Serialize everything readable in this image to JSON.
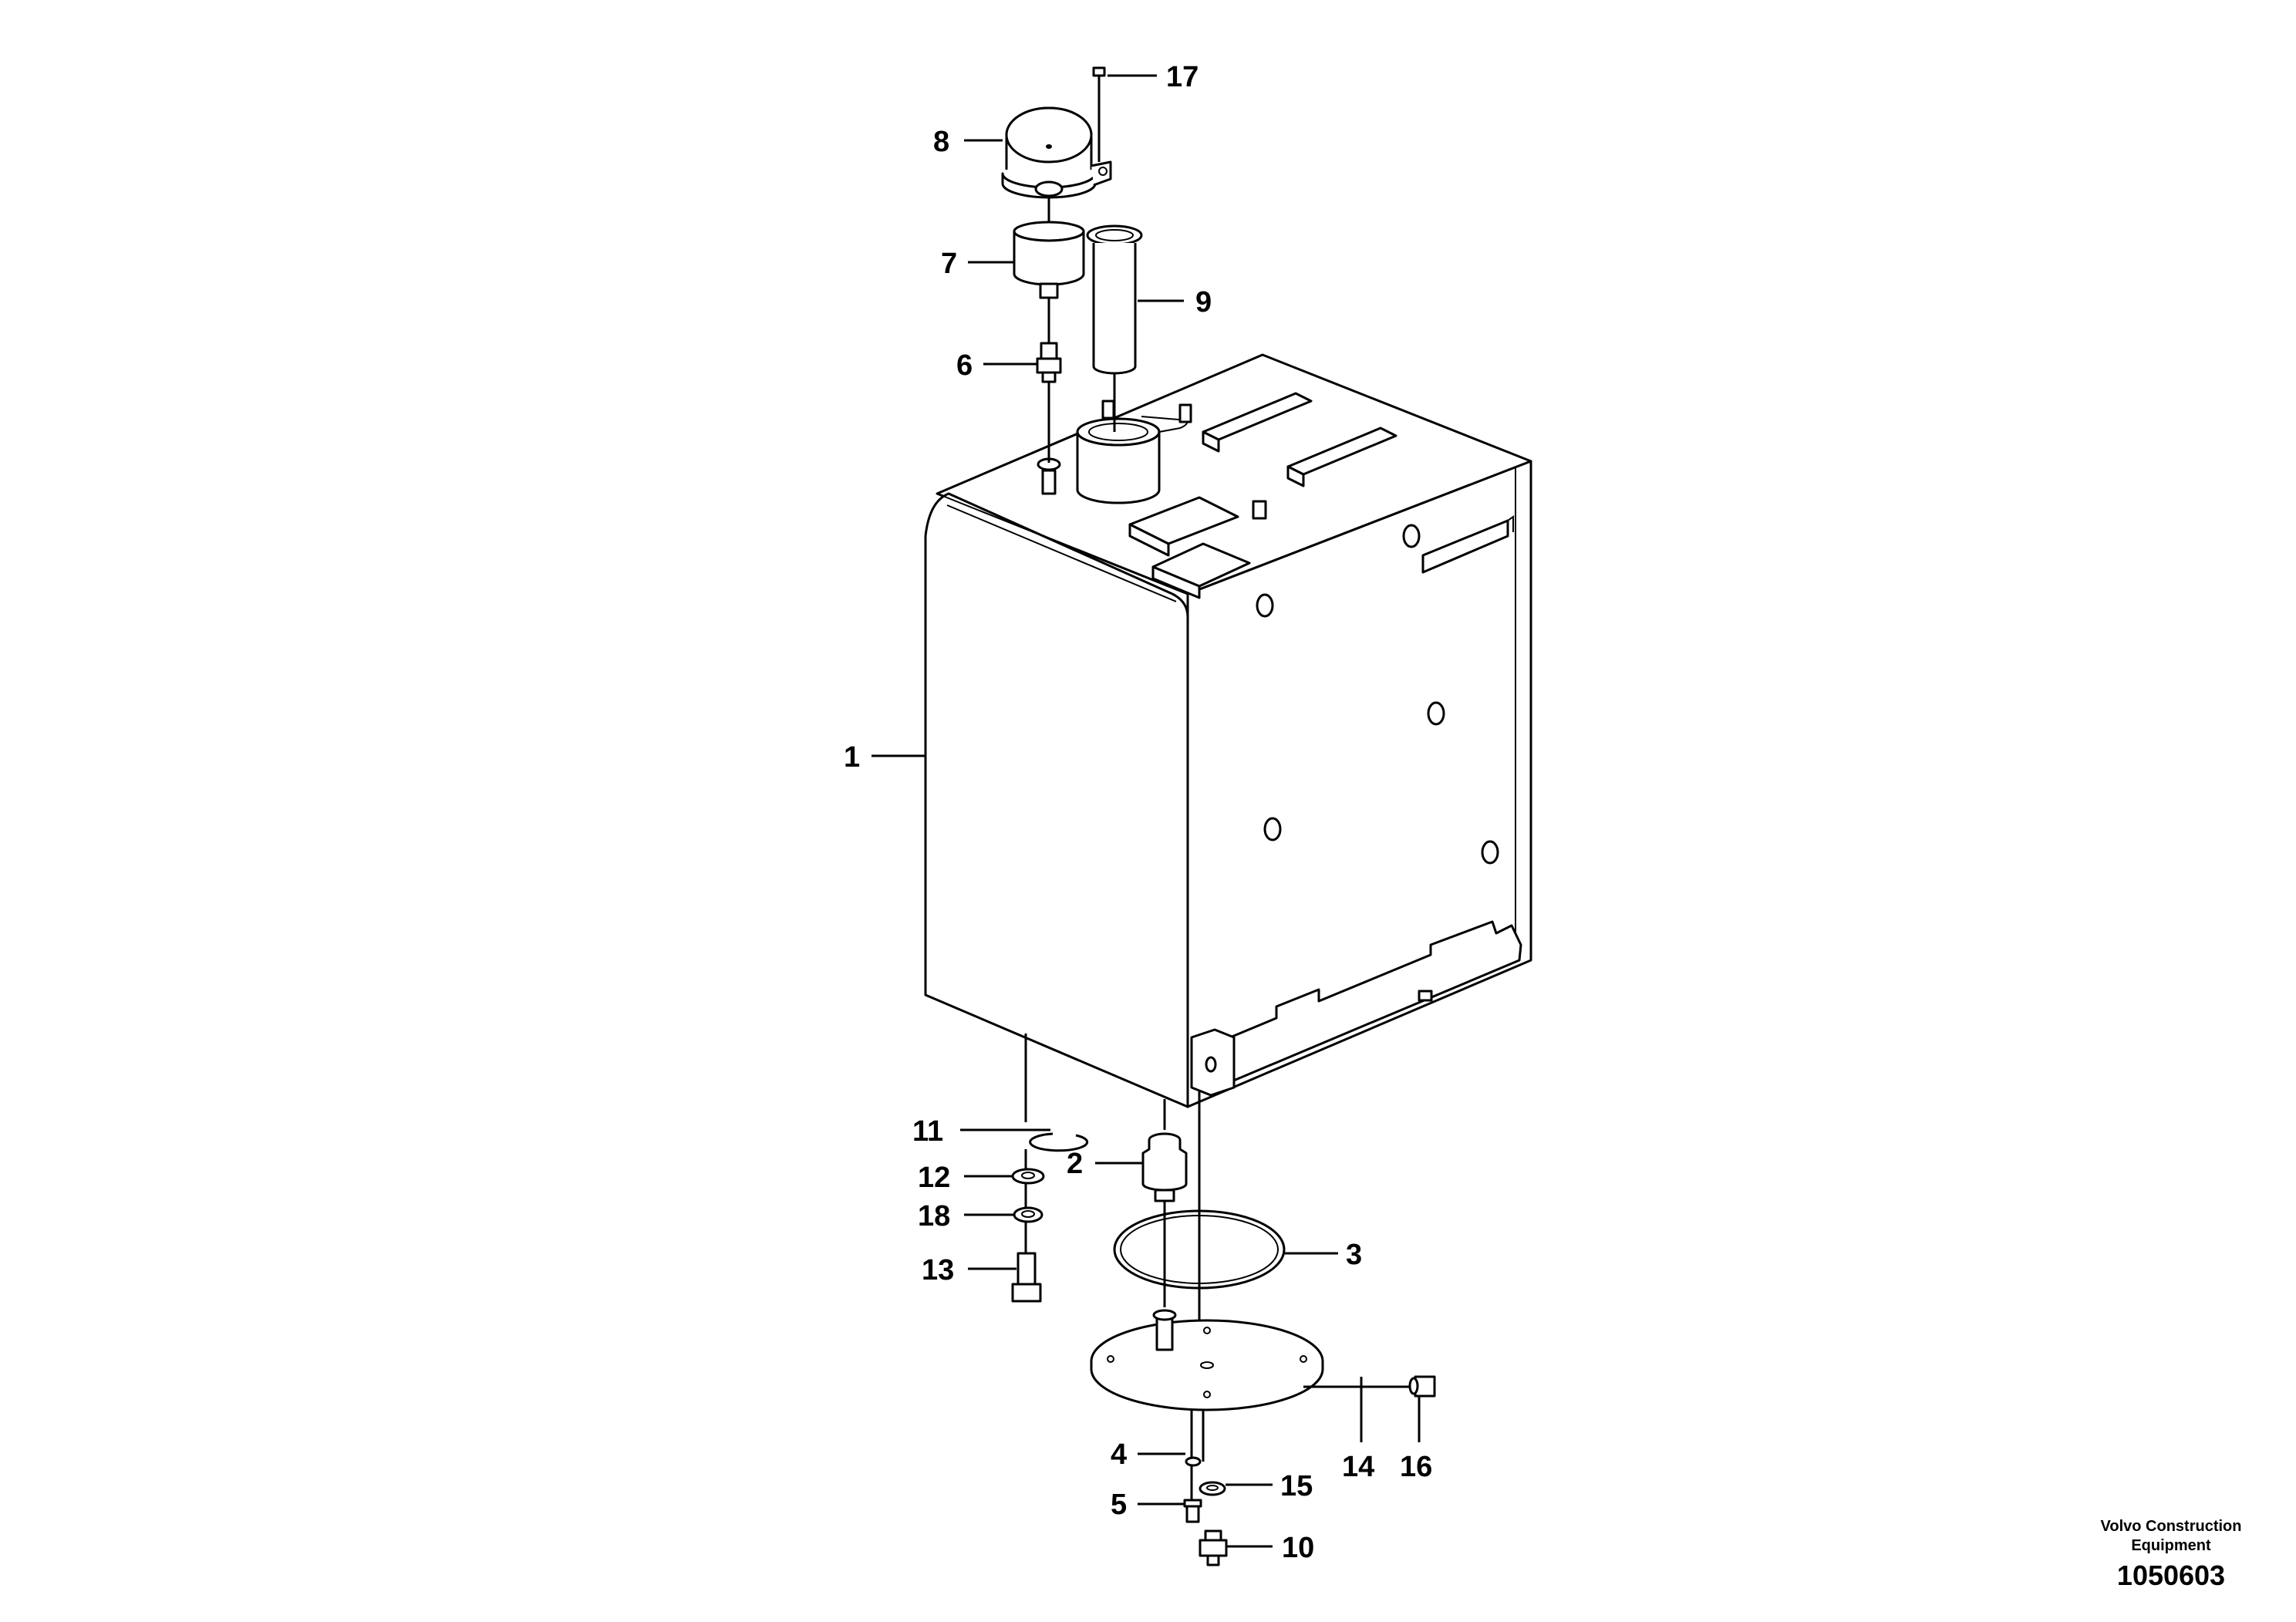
{
  "callouts": {
    "c1": "1",
    "c2": "2",
    "c3": "3",
    "c4": "4",
    "c5": "5",
    "c6": "6",
    "c7": "7",
    "c8": "8",
    "c9": "9",
    "c10": "10",
    "c11": "11",
    "c12": "12",
    "c13": "13",
    "c14": "14",
    "c15": "15",
    "c16": "16",
    "c17": "17",
    "c18": "18"
  },
  "stamp": {
    "line1": "Volvo Construction",
    "line2": "Equipment",
    "number": "1050603"
  }
}
